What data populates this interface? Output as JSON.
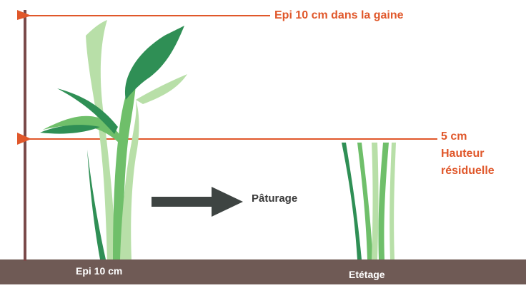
{
  "labels": {
    "top_line": "Epi 10 cm dans la gaine",
    "residual_height_value": "5 cm",
    "residual_height_line1": "Hauteur",
    "residual_height_line2": "résiduelle",
    "arrow_label": "Pâturage",
    "left_plant_label": "Epi 10 cm",
    "right_plant_label": "Etétage"
  },
  "colors": {
    "marker_line": "#e0572a",
    "vertical_post": "#7a4a4a",
    "ground": "#6f5a55",
    "arrow": "#3e4442",
    "leaf_dark": "#2f8f55",
    "leaf_mid": "#6fbf6a",
    "leaf_light": "#b8dfa8"
  }
}
